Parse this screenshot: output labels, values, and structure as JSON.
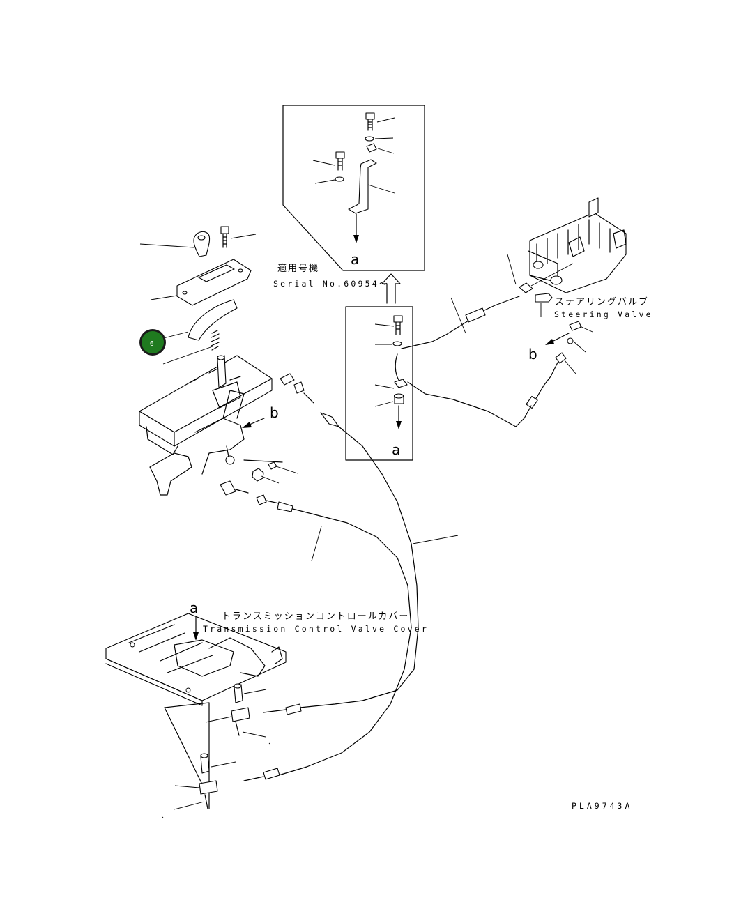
{
  "drawing": {
    "drawing_code": "PLA9743A",
    "applicable_label_jp": "適用号機",
    "applicable_serial": "Serial No.60954～",
    "steering_valve_jp": "ステアリングバルブ",
    "steering_valve_en": "Steering Valve",
    "tcv_cover_jp": "トランスミッションコントロールカバー",
    "tcv_cover_en": "Transmission Control Valve Cover",
    "ref_a": "a",
    "ref_b": "b"
  },
  "callouts": [
    {
      "number": "6",
      "color": "#1f7a1f"
    }
  ]
}
